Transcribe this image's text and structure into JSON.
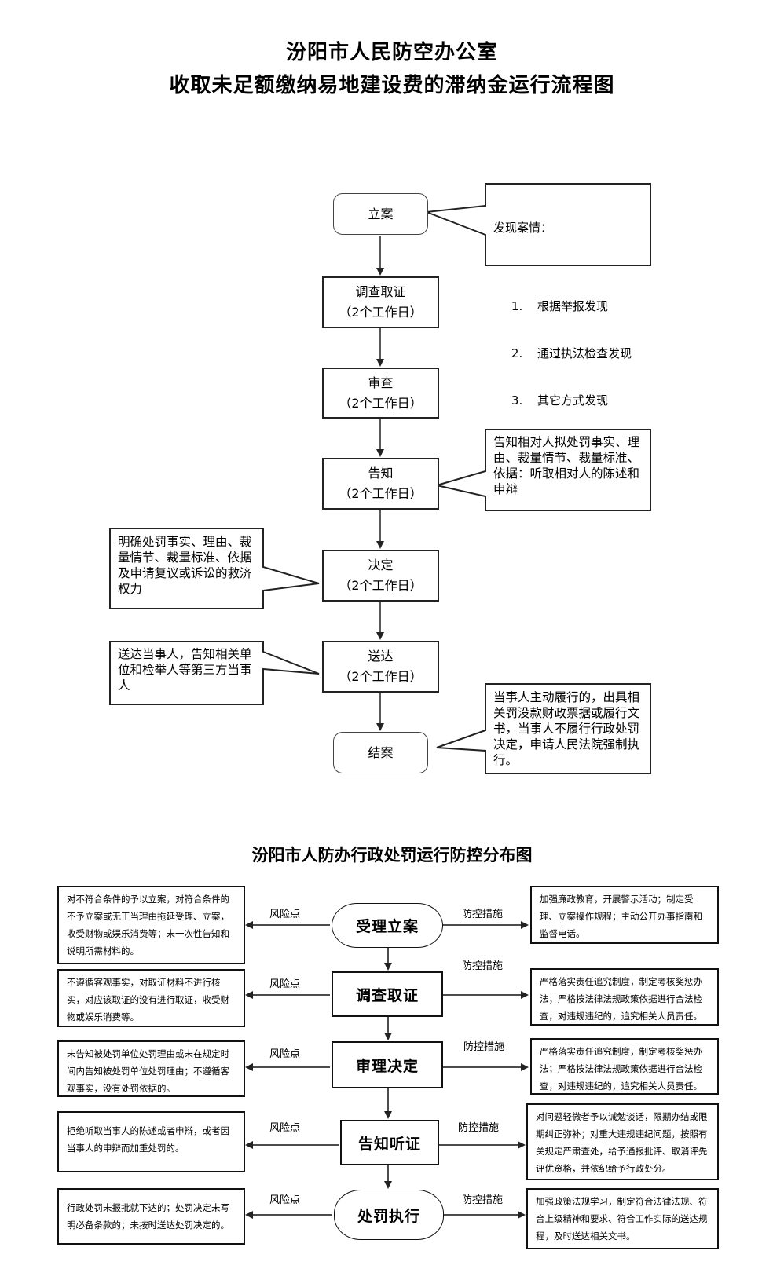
{
  "header": {
    "title_line1": "汾阳市人民防空办公室",
    "title_line2": "收取未足额缴纳易地建设费的滞纳金运行流程图"
  },
  "flow1": {
    "steps": [
      {
        "label": "立案",
        "duration": ""
      },
      {
        "label": "调查取证",
        "duration": "（2个工作日）"
      },
      {
        "label": "审查",
        "duration": "（2个工作日）"
      },
      {
        "label": "告知",
        "duration": "（2个工作日）"
      },
      {
        "label": "决定",
        "duration": "（2个工作日）"
      },
      {
        "label": "送达",
        "duration": "（2个工作日）"
      },
      {
        "label": "结案",
        "duration": ""
      }
    ],
    "callouts": {
      "lian": {
        "heading": "发现案情：",
        "items": [
          "根据举报发现",
          "通过执法检查发现",
          "其它方式发现"
        ]
      },
      "gaozhi": "告知相对人拟处罚事实、理由、裁量情节、裁量标准、依据：听取相对人的陈述和申辩",
      "jueding": "明确处罚事实、理由、裁量情节、裁量标准、依据及申请复议或诉讼的救济权力",
      "songda": "送达当事人，告知相关单位和检举人等第三方当事人",
      "jiean": "当事人主动履行的，出具相关罚没款财政票据或履行文书，当事人不履行行政处罚决定，申请人民法院强制执行。"
    }
  },
  "flow2": {
    "title": "汾阳市人防办行政处罚运行防控分布图",
    "risk_label": "风险点",
    "control_label": "防控措施",
    "rows": [
      {
        "step": "受理立案",
        "risk": "对不符合条件的予以立案，对符合条件的不予立案或无正当理由拖延受理、立案，收受财物或娱乐消费等；未一次性告知和说明所需材料的。",
        "control": "加强廉政教育，开展警示活动；制定受理、立案操作规程；主动公开办事指南和监督电话。"
      },
      {
        "step": "调查取证",
        "risk": "不遵循客观事实，对取证材料不进行核实，对应该取证的没有进行取证，收受财物或娱乐消费等。",
        "control": "严格落实责任追究制度，制定考核奖惩办法；严格按法律法规政策依据进行合法检查，对违规违纪的，追究相关人员责任。"
      },
      {
        "step": "审理决定",
        "risk": "未告知被处罚单位处罚理由或未在规定时间内告知被处罚单位处罚理由；不遵循客观事实，没有处罚依据的。",
        "control": "严格落实责任追究制度，制定考核奖惩办法；严格按法律法规政策依据进行合法检查，对违规违纪的，追究相关人员责任。"
      },
      {
        "step": "告知听证",
        "risk": "拒绝听取当事人的陈述或者申辩，或者因当事人的申辩而加重处罚的。",
        "control": "对问题轻微者予以诫勉谈话，限期办结或限期纠正弥补；对重大违规违纪问题，按照有关规定严肃查处，给予通报批评、取消评先评优资格，并依纪给予行政处分。"
      },
      {
        "step": "处罚执行",
        "risk": "行政处罚未报批就下达的；处罚决定未写明必备条款的；未按时送达处罚决定的。",
        "control": "加强政策法规学习，制定符合法律法规、符合上级精神和要求、符合工作实际的送达规程，及时送达相关文书。"
      }
    ]
  }
}
